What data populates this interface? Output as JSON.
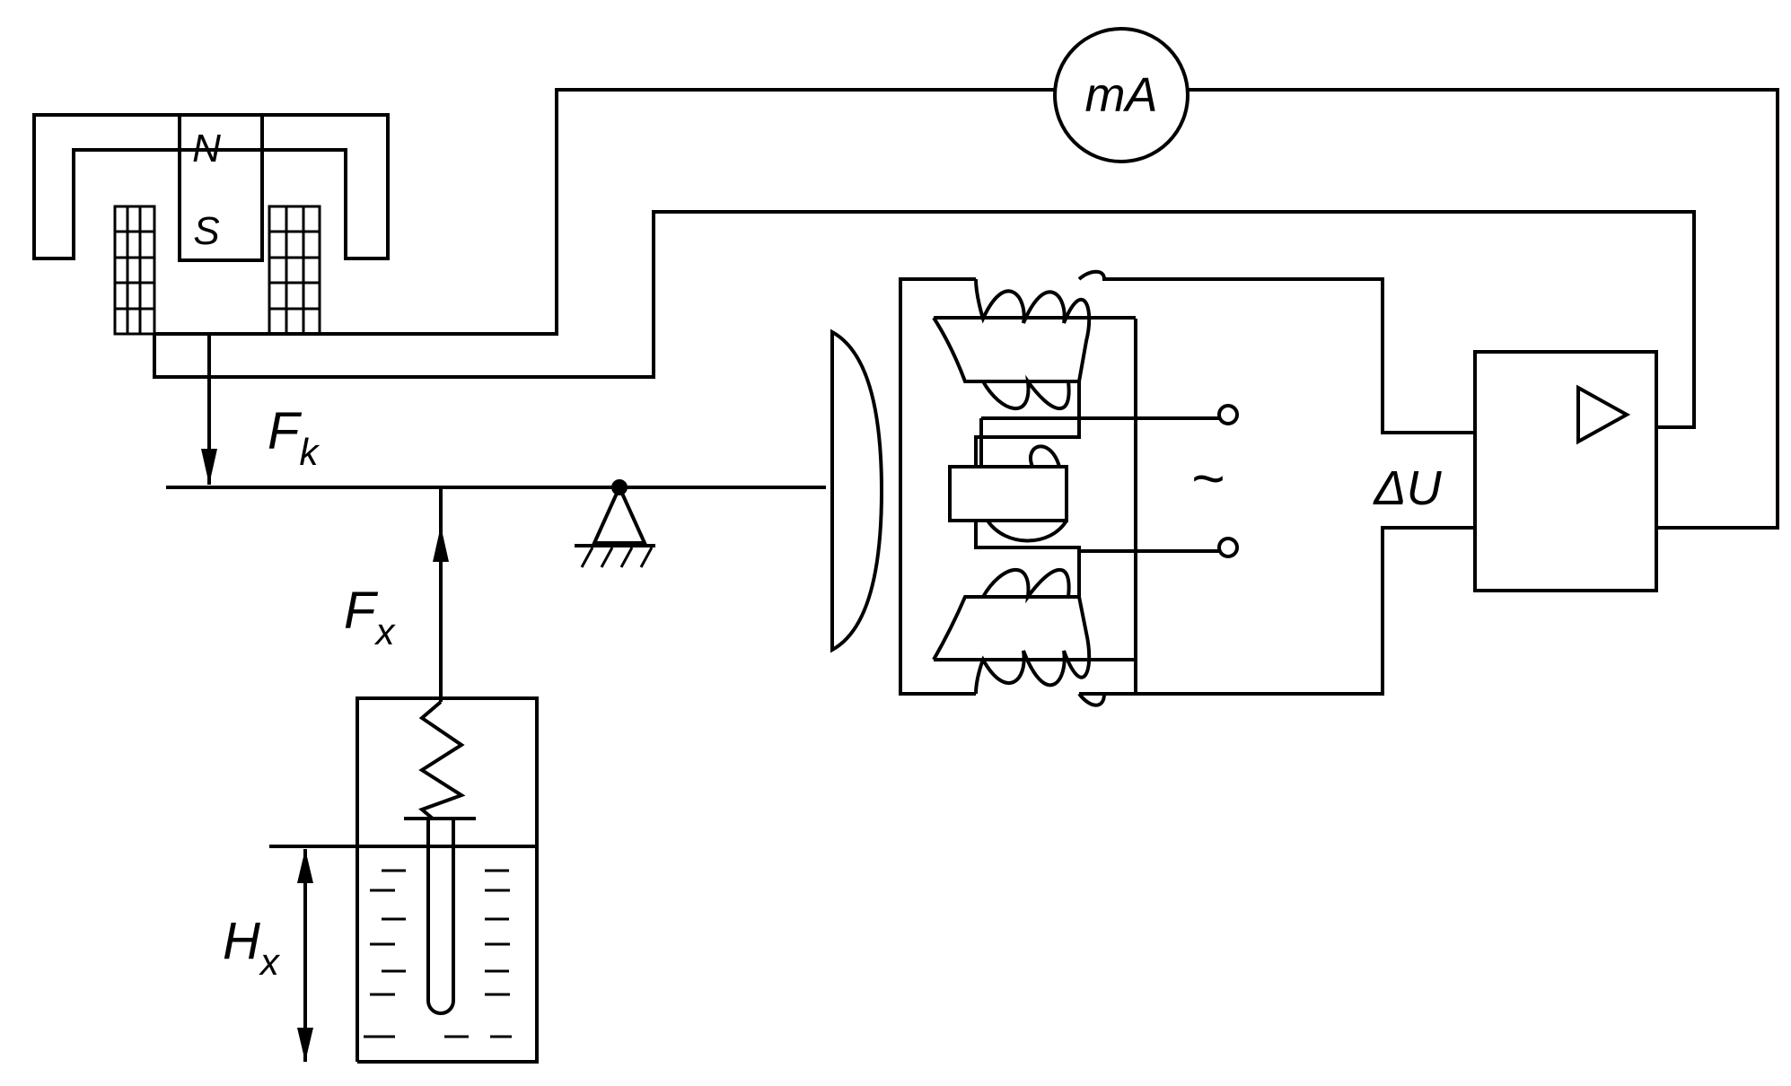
{
  "labels": {
    "magnet_north": "N",
    "magnet_south": "S",
    "milliammeter": "mA",
    "force_compensation": "F",
    "force_compensation_sub": "k",
    "force_measured": "F",
    "force_measured_sub": "x",
    "level": "H",
    "level_sub": "x",
    "ac_supply": "~",
    "voltage_difference": "ΔU",
    "amplifier_symbol": "▷"
  }
}
